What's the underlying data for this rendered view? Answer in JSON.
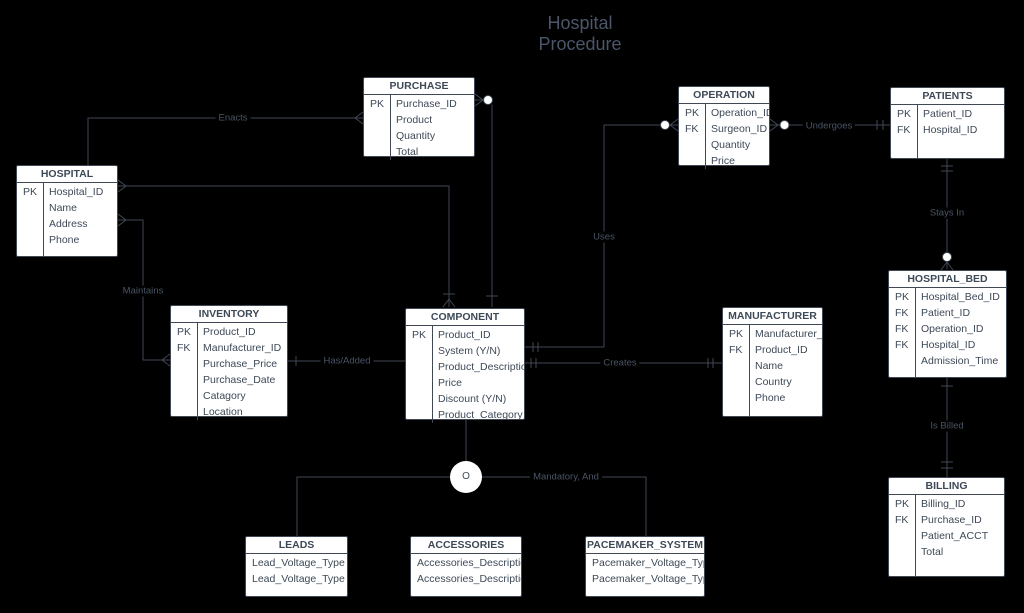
{
  "title": {
    "line1": "Hospital",
    "line2": "Procedure"
  },
  "colors": {
    "background": "#000000",
    "entity_fill": "#ffffff",
    "entity_border": "#3f4854",
    "entity_text": "#3e4957",
    "connector_line": "#3f4854",
    "label_text": "#4a5565",
    "title_text": "#4b5669"
  },
  "entities": [
    {
      "id": "hospital",
      "name": "HOSPITAL",
      "has_key_col": true,
      "rows": [
        {
          "key": "PK",
          "name": "Hospital_ID"
        },
        {
          "key": "",
          "name": "Name"
        },
        {
          "key": "",
          "name": "Address"
        },
        {
          "key": "",
          "name": "Phone"
        }
      ]
    },
    {
      "id": "purchase",
      "name": "PURCHASE",
      "has_key_col": true,
      "rows": [
        {
          "key": "PK",
          "name": "Purchase_ID"
        },
        {
          "key": "",
          "name": "Product"
        },
        {
          "key": "",
          "name": "Quantity"
        },
        {
          "key": "",
          "name": "Total"
        }
      ]
    },
    {
      "id": "operation",
      "name": "OPERATION",
      "has_key_col": true,
      "rows": [
        {
          "key": "PK",
          "name": "Operation_ID"
        },
        {
          "key": "FK",
          "name": "Surgeon_ID"
        },
        {
          "key": "",
          "name": "Quantity"
        },
        {
          "key": "",
          "name": "Price"
        }
      ]
    },
    {
      "id": "patients",
      "name": "PATIENTS",
      "has_key_col": true,
      "rows": [
        {
          "key": "PK",
          "name": "Patient_ID"
        },
        {
          "key": "FK",
          "name": "Hospital_ID"
        }
      ]
    },
    {
      "id": "inventory",
      "name": "INVENTORY",
      "has_key_col": true,
      "rows": [
        {
          "key": "PK",
          "name": "Product_ID"
        },
        {
          "key": "FK",
          "name": "Manufacturer_ID"
        },
        {
          "key": "",
          "name": "Purchase_Price"
        },
        {
          "key": "",
          "name": "Purchase_Date"
        },
        {
          "key": "",
          "name": "Catagory"
        },
        {
          "key": "",
          "name": "Location"
        }
      ]
    },
    {
      "id": "component",
      "name": "COMPONENT",
      "has_key_col": true,
      "rows": [
        {
          "key": "PK",
          "name": "Product_ID"
        },
        {
          "key": "",
          "name": "System (Y/N)"
        },
        {
          "key": "",
          "name": "Product_Description"
        },
        {
          "key": "",
          "name": "Price"
        },
        {
          "key": "",
          "name": "Discount (Y/N)"
        },
        {
          "key": "",
          "name": "Product_Category"
        }
      ]
    },
    {
      "id": "manufacturer",
      "name": "MANUFACTURER",
      "has_key_col": true,
      "rows": [
        {
          "key": "PK",
          "name": "Manufacturer_ID"
        },
        {
          "key": "FK",
          "name": "Product_ID"
        },
        {
          "key": "",
          "name": "Name"
        },
        {
          "key": "",
          "name": "Country"
        },
        {
          "key": "",
          "name": "Phone"
        }
      ]
    },
    {
      "id": "hospital-bed",
      "name": "HOSPITAL_BED",
      "has_key_col": true,
      "rows": [
        {
          "key": "PK",
          "name": "Hospital_Bed_ID"
        },
        {
          "key": "FK",
          "name": "Patient_ID"
        },
        {
          "key": "FK",
          "name": "Operation_ID"
        },
        {
          "key": "FK",
          "name": "Hospital_ID"
        },
        {
          "key": "",
          "name": "Admission_Time"
        }
      ]
    },
    {
      "id": "billing",
      "name": "BILLING",
      "has_key_col": true,
      "rows": [
        {
          "key": "PK",
          "name": "Billing_ID"
        },
        {
          "key": "FK",
          "name": "Purchase_ID"
        },
        {
          "key": "",
          "name": "Patient_ACCT"
        },
        {
          "key": "",
          "name": "Total"
        }
      ]
    },
    {
      "id": "leads",
      "name": "LEADS",
      "has_key_col": false,
      "rows": [
        {
          "key": "",
          "name": "Lead_Voltage_Type"
        },
        {
          "key": "",
          "name": "Lead_Voltage_Type"
        }
      ]
    },
    {
      "id": "accessories",
      "name": "ACCESSORIES",
      "has_key_col": false,
      "rows": [
        {
          "key": "",
          "name": "Accessories_Description"
        },
        {
          "key": "",
          "name": "Accessories_Description"
        }
      ]
    },
    {
      "id": "pacemaker-system",
      "name": "PACEMAKER_SYSTEM",
      "has_key_col": false,
      "rows": [
        {
          "key": "",
          "name": "Pacemaker_Voltage_Type"
        },
        {
          "key": "",
          "name": "Pacemaker_Voltage_Type"
        }
      ]
    }
  ],
  "relationships": [
    {
      "id": "enacts",
      "label": "Enacts"
    },
    {
      "id": "maintains",
      "label": "Maintains"
    },
    {
      "id": "has-added",
      "label": "Has/Added"
    },
    {
      "id": "uses",
      "label": "Uses"
    },
    {
      "id": "creates",
      "label": "Creates"
    },
    {
      "id": "undergoes",
      "label": "Undergoes"
    },
    {
      "id": "stays-in",
      "label": "Stays In"
    },
    {
      "id": "is-billed",
      "label": "Is Billed"
    },
    {
      "id": "mandatory-and",
      "label": "Mandatory, And"
    }
  ],
  "connector_symbols": {
    "or_circle_label": "O"
  }
}
